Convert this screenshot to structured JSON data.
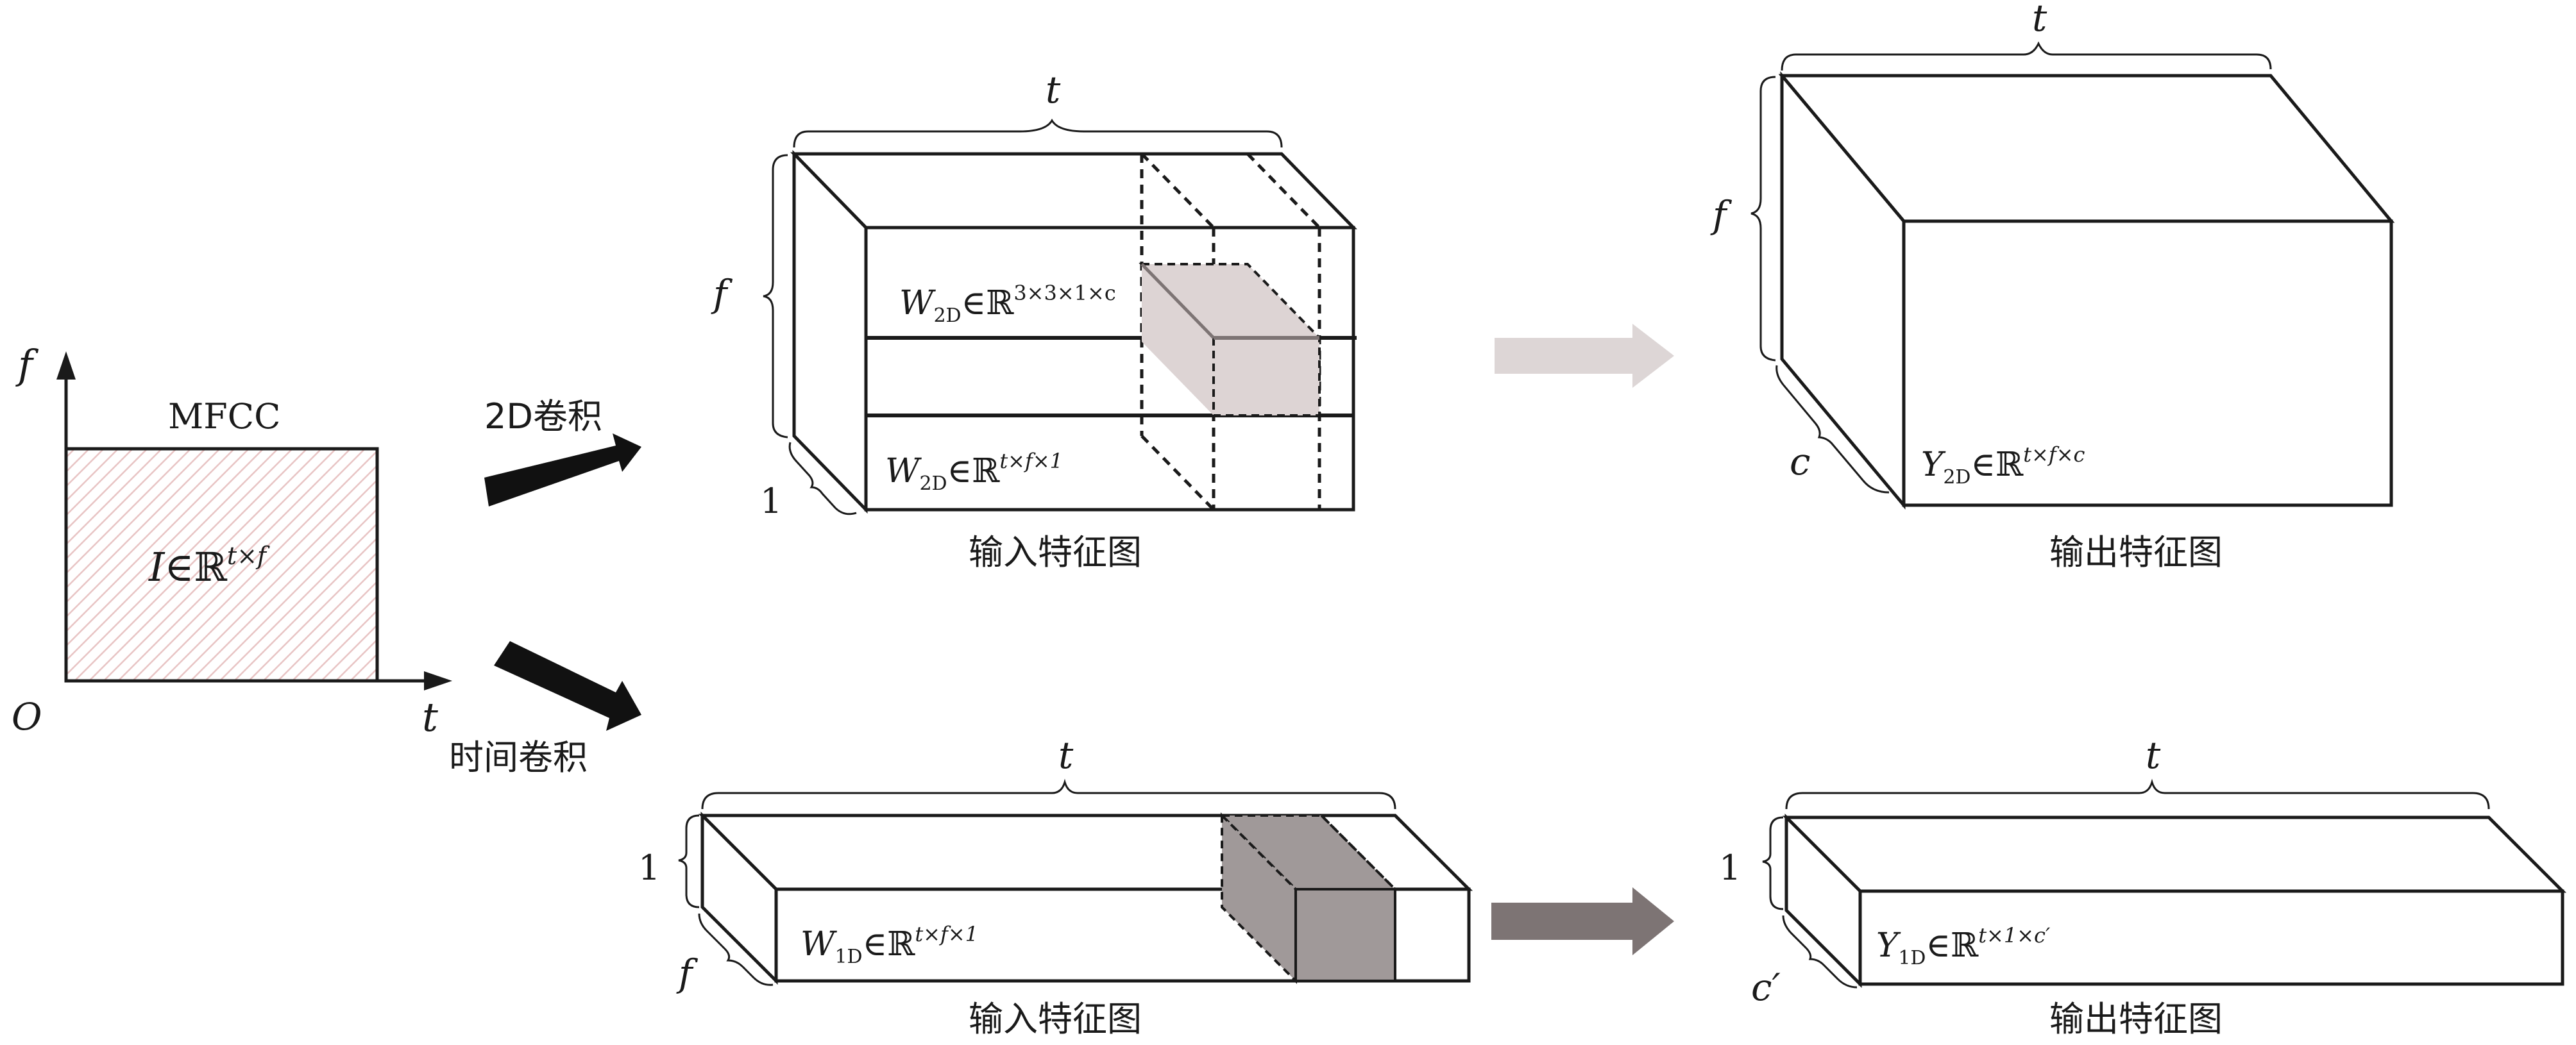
{
  "colors": {
    "line": "#1a1a1a",
    "hatch": "#e8c4c4",
    "kernel2d": "#ddd4d4",
    "kernel1d": "#a09999",
    "arrow_light": "#ddd6d6",
    "arrow_mid": "#7d7474",
    "arrow_dark": "#111111"
  },
  "mfcc": {
    "y_axis": "f",
    "x_axis": "t",
    "origin": "O",
    "title": "MFCC",
    "formula": {
      "a": "I",
      "b": "∈ℝ",
      "sup": "t×f"
    }
  },
  "arrows": {
    "conv2d_label": "2D卷积",
    "conv1d_label": "时间卷积"
  },
  "top_input": {
    "t": "t",
    "f": "f",
    "depth": "1",
    "kernel_eq": {
      "a": "W",
      "sub": "2D",
      "b": "∈ℝ",
      "sup": "3×3×1×c"
    },
    "weight_eq": {
      "a": "W",
      "sub": "2D",
      "b": "∈ℝ",
      "sup": "t×f×1"
    },
    "caption": "输入特征图"
  },
  "top_output": {
    "t": "t",
    "f": "f",
    "c": "c",
    "eq": {
      "a": "Y",
      "sub": "2D",
      "b": "∈ℝ",
      "sup": "t×f×c"
    },
    "caption": "输出特征图"
  },
  "bottom_input": {
    "t": "t",
    "one": "1",
    "f": "f",
    "eq": {
      "a": "W",
      "sub": "1D",
      "b": "∈ℝ",
      "sup": "t×f×1"
    },
    "caption": "输入特征图"
  },
  "bottom_output": {
    "t": "t",
    "one": "1",
    "c": "c′",
    "eq": {
      "a": "Y",
      "sub": "1D",
      "b": "∈ℝ",
      "sup": "t×1×c′"
    },
    "caption": "输出特征图"
  }
}
